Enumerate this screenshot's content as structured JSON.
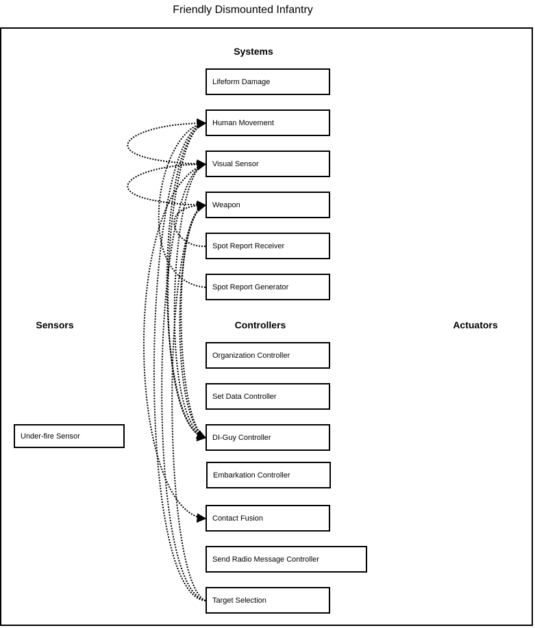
{
  "title": "Friendly Dismounted Infantry",
  "headers": {
    "systems": "Systems",
    "sensors": "Sensors",
    "controllers": "Controllers",
    "actuators": "Actuators"
  },
  "boxes": {
    "lifeform_damage": "Lifeform Damage",
    "human_movement": "Human Movement",
    "visual_sensor": "Visual Sensor",
    "weapon": "Weapon",
    "spot_report_receiver": "Spot Report Receiver",
    "spot_report_generator": "Spot Report Generator",
    "organization_controller": "Organization Controller",
    "set_data_controller": "Set Data Controller",
    "under_fire_sensor": "Under-fire Sensor",
    "di_guy_controller": "DI-Guy Controller",
    "embarkation_controller": "Embarkation Controller",
    "contact_fusion": "Contact Fusion",
    "send_radio_message_controller": "Send Radio Message Controller",
    "target_selection": "Target Selection"
  },
  "connections": [
    {
      "from": "visual_sensor",
      "to": "human_movement"
    },
    {
      "from": "weapon",
      "to": "visual_sensor"
    },
    {
      "from": "spot_report_receiver",
      "to": "weapon"
    },
    {
      "from": "spot_report_generator",
      "to": "human_movement"
    },
    {
      "from": "di_guy_controller",
      "to": "human_movement"
    },
    {
      "from": "di_guy_controller",
      "to": "visual_sensor"
    },
    {
      "from": "di_guy_controller",
      "to": "weapon"
    },
    {
      "from": "weapon",
      "to": "di_guy_controller"
    },
    {
      "from": "human_movement",
      "to": "di_guy_controller"
    },
    {
      "from": "visual_sensor",
      "to": "contact_fusion"
    },
    {
      "from": "target_selection",
      "to": "human_movement"
    },
    {
      "from": "target_selection",
      "to": "visual_sensor"
    },
    {
      "from": "target_selection",
      "to": "weapon"
    }
  ]
}
